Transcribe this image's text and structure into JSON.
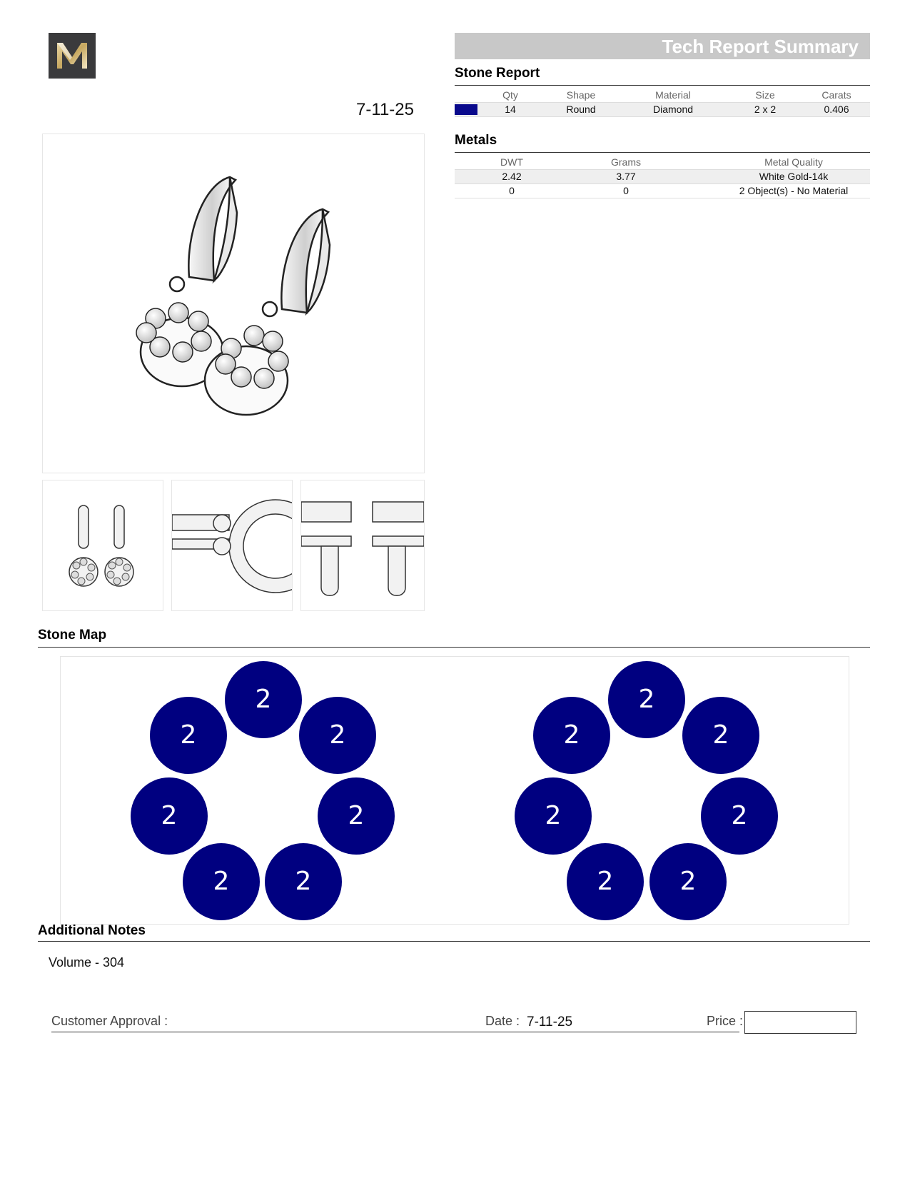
{
  "header": {
    "logo_letter": "M",
    "date": "7-11-25",
    "title": "Tech Report Summary"
  },
  "stone_report": {
    "title": "Stone Report",
    "columns": [
      "Qty",
      "Shape",
      "Material",
      "Size",
      "Carats"
    ],
    "rows": [
      {
        "color": "#0a0a8c",
        "qty": "14",
        "shape": "Round",
        "material": "Diamond",
        "size": "2 x 2",
        "carats": "0.406"
      }
    ]
  },
  "metals": {
    "title": "Metals",
    "columns": [
      "DWT",
      "Grams",
      "Metal Quality"
    ],
    "rows": [
      {
        "dwt": "2.42",
        "grams": "3.77",
        "quality": "White Gold-14k"
      },
      {
        "dwt": "0",
        "grams": "0",
        "quality": "2 Object(s) - No Material"
      }
    ]
  },
  "stone_map": {
    "title": "Stone Map",
    "stone_color": "#000080",
    "left_ring": [
      "2",
      "2",
      "2",
      "2",
      "2",
      "2",
      "2"
    ],
    "right_ring": [
      "2",
      "2",
      "2",
      "2",
      "2",
      "2",
      "2"
    ]
  },
  "notes": {
    "title": "Additional Notes",
    "text": "Volume - 304"
  },
  "approval": {
    "customer_label": "Customer Approval :",
    "date_label": "Date :",
    "date_value": "7-11-25",
    "price_label": "Price :",
    "price_value": ""
  }
}
